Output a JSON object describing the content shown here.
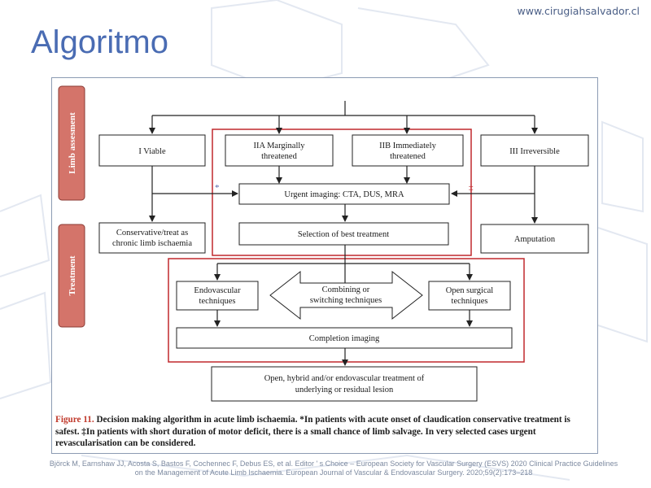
{
  "header": {
    "site_url": "www.cirugiahsalvador.cl",
    "title": "Algoritmo"
  },
  "figure": {
    "side_labels": {
      "assessment": "Limb assesment",
      "treatment": "Treatment"
    },
    "boxes": {
      "viable": [
        "I Viable"
      ],
      "iia": [
        "IIA Marginally",
        "threatened"
      ],
      "iib": [
        "IIB Immediately",
        "threatened"
      ],
      "irreversible": [
        "III Irreversible"
      ],
      "urgent_imaging": [
        "Urgent imaging: CTA, DUS, MRA"
      ],
      "conservative": [
        "Conservative/treat as",
        "chronic limb ischaemia"
      ],
      "selection": [
        "Selection of best treatment"
      ],
      "amputation": [
        "Amputation"
      ],
      "endovascular": [
        "Endovascular",
        "techniques"
      ],
      "combining": [
        "Combining or",
        "switching techniques"
      ],
      "open_surgical": [
        "Open surgical",
        "techniques"
      ],
      "completion": [
        "Completion imaging"
      ],
      "final": [
        "Open, hybrid and/or endovascular treatment of",
        "underlying or residual lesion"
      ]
    },
    "markers": {
      "left": "*",
      "right": "‡"
    },
    "caption": {
      "label": "Figure 11.",
      "text": " Decision making algorithm in acute limb ischaemia. *In patients with acute onset of claudication conservative treatment is safest. ‡In patients with short duration of motor deficit, there is a small chance of limb salvage. In very selected cases urgent revascularisation can be considered."
    }
  },
  "citation": "Björck M, Earnshaw JJ, Acosta S, Bastos F, Cochennec F, Debus ES, et al. Editor ' s Choice – European Society for Vascular Surgery (ESVS) 2020 Clinical Practice Guidelines on the Management of Acute Limb Ischaemia. European Journal of Vascular & Endovascular Surgery. 2020;59(2):173–218",
  "colors": {
    "title": "#4a6cb3",
    "side_label_fill": "#d4746a",
    "red_frame": "#c0282d",
    "caption_label": "#c0392b"
  }
}
